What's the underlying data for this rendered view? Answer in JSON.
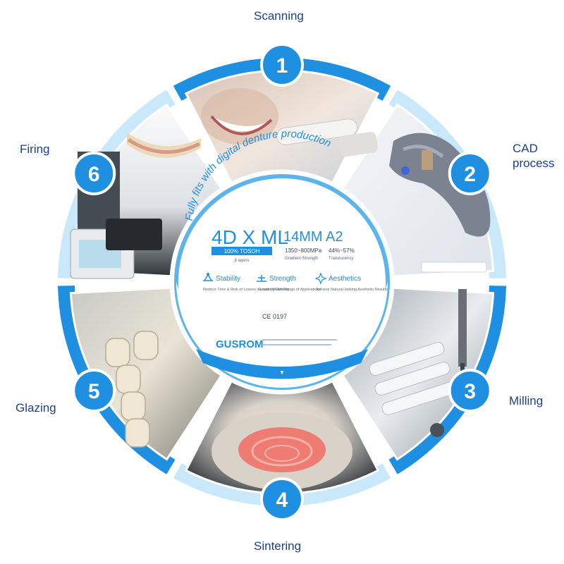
{
  "center": {
    "arc_text": "Fully fits with digital denture production",
    "product_name": "4D X ML",
    "size": "14MM A2",
    "badge": "100% TOSOH",
    "layers_note": "8 layers",
    "strength_value": "1350~800MPa",
    "strength_note": "Gradient Strength",
    "translucency_value": "44%~57%",
    "translucency_note": "Translucency",
    "features": [
      {
        "name": "Stability",
        "text": "Reduce Time & Risk of Losses caused by Defects"
      },
      {
        "name": "Strength",
        "text": "Greater Wider Range of Applications"
      },
      {
        "name": "Aesthetics",
        "text": "Achieve Natural-looking Aesthetic Results"
      }
    ],
    "ce_mark": "CE 0197",
    "brand": "GUSROM",
    "footer_arrow": "▼"
  },
  "steps": [
    {
      "number": "1",
      "label": "Scanning"
    },
    {
      "number": "2",
      "label": "CAD\nprocess"
    },
    {
      "number": "3",
      "label": "Milling"
    },
    {
      "number": "4",
      "label": "Sintering"
    },
    {
      "number": "5",
      "label": "Glazing"
    },
    {
      "number": "6",
      "label": "Firing"
    }
  ],
  "colors": {
    "accent": "#1e8fe1",
    "accent_light": "#c9e8fa",
    "label_text": "#1d3f8f",
    "number_circle": "#1e8fe1"
  }
}
